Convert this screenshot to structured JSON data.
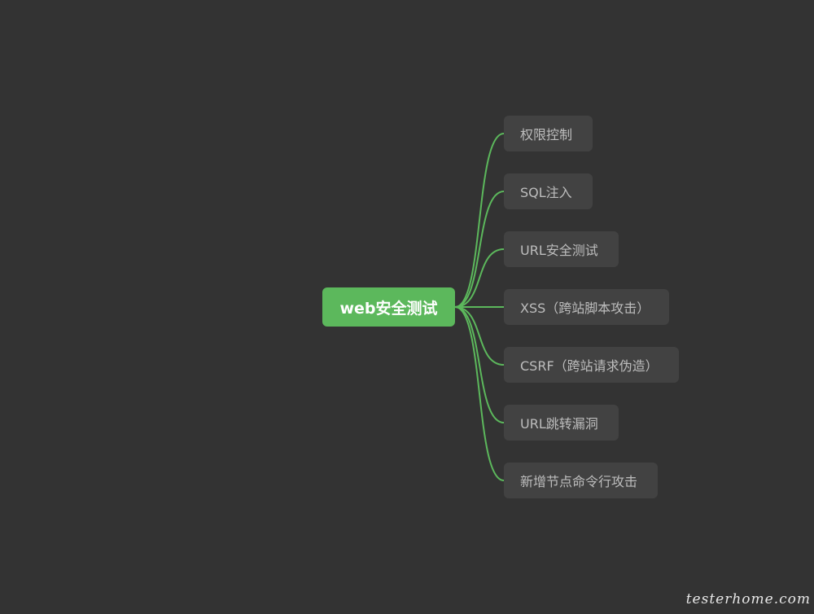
{
  "mindmap": {
    "root": {
      "label": "web安全测试"
    },
    "children": [
      {
        "label": "权限控制"
      },
      {
        "label": "SQL注入"
      },
      {
        "label": "URL安全测试"
      },
      {
        "label": "XSS（跨站脚本攻击）"
      },
      {
        "label": "CSRF（跨站请求伪造）"
      },
      {
        "label": "URL跳转漏洞"
      },
      {
        "label": "新增节点命令行攻击"
      }
    ]
  },
  "watermark": {
    "text": "testerhome.com"
  },
  "colors": {
    "background": "#333333",
    "root_fill": "#5cb85c",
    "connector": "#5cb85c",
    "child_fill": "#424242",
    "child_text": "#bdbdbd"
  }
}
